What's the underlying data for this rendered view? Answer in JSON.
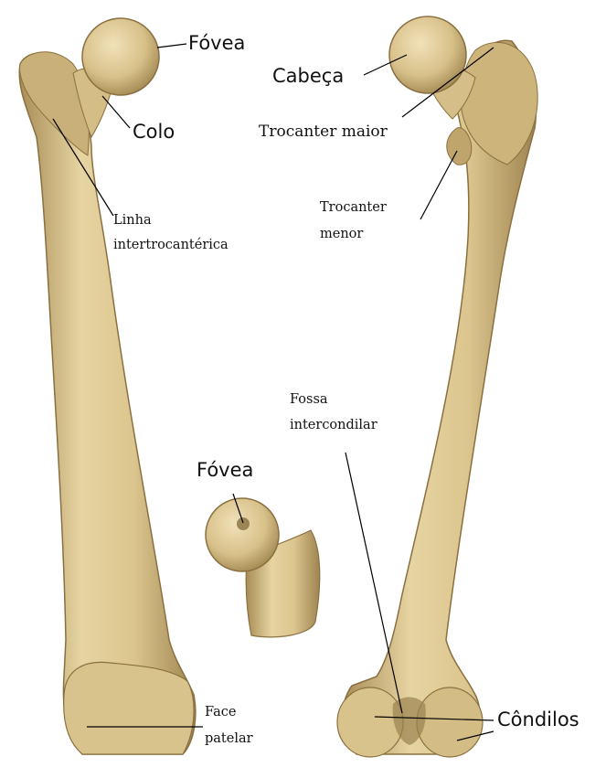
{
  "colors": {
    "bone_light": "#e4d2a0",
    "bone_mid": "#cdb47a",
    "bone_dark": "#9a8150",
    "leader_line": "#000000"
  },
  "labels": {
    "fovea_top": "Fóvea",
    "cabeca": "Cabeça",
    "colo": "Colo",
    "trocanter_maior": "Trocanter maior",
    "linha_line1": "Linha",
    "linha_line2": "intertrocantérica",
    "trocanter_menor_line1": "Trocanter",
    "trocanter_menor_line2": "menor",
    "fossa_line1": "Fossa",
    "fossa_line2": "intercondilar",
    "fovea_inset": "Fóvea",
    "face_line1": "Face",
    "face_line2": "patelar",
    "condilos": "Côndilos"
  }
}
